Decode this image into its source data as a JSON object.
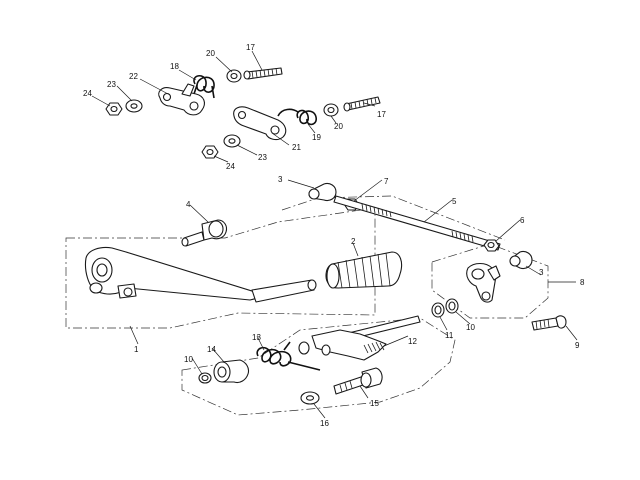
{
  "callouts": [
    {
      "id": "c17a",
      "text": "17"
    },
    {
      "id": "c20a",
      "text": "20"
    },
    {
      "id": "c18",
      "text": "18"
    },
    {
      "id": "c22",
      "text": "22"
    },
    {
      "id": "c23a",
      "text": "23"
    },
    {
      "id": "c24a",
      "text": "24"
    },
    {
      "id": "c17b",
      "text": "17"
    },
    {
      "id": "c20b",
      "text": "20"
    },
    {
      "id": "c19",
      "text": "19"
    },
    {
      "id": "c21",
      "text": "21"
    },
    {
      "id": "c23b",
      "text": "23"
    },
    {
      "id": "c24b",
      "text": "24"
    },
    {
      "id": "c3a",
      "text": "3"
    },
    {
      "id": "c7",
      "text": "7"
    },
    {
      "id": "c5",
      "text": "5"
    },
    {
      "id": "c4",
      "text": "4"
    },
    {
      "id": "c6",
      "text": "6"
    },
    {
      "id": "c2",
      "text": "2"
    },
    {
      "id": "c3b",
      "text": "3"
    },
    {
      "id": "c8",
      "text": "8"
    },
    {
      "id": "c1",
      "text": "1"
    },
    {
      "id": "c10a",
      "text": "10"
    },
    {
      "id": "c11",
      "text": "11"
    },
    {
      "id": "c12",
      "text": "12"
    },
    {
      "id": "c9",
      "text": "9"
    },
    {
      "id": "c13",
      "text": "13"
    },
    {
      "id": "c10b",
      "text": "10"
    },
    {
      "id": "c14",
      "text": "14"
    },
    {
      "id": "c15",
      "text": "15"
    },
    {
      "id": "c16",
      "text": "16"
    }
  ]
}
